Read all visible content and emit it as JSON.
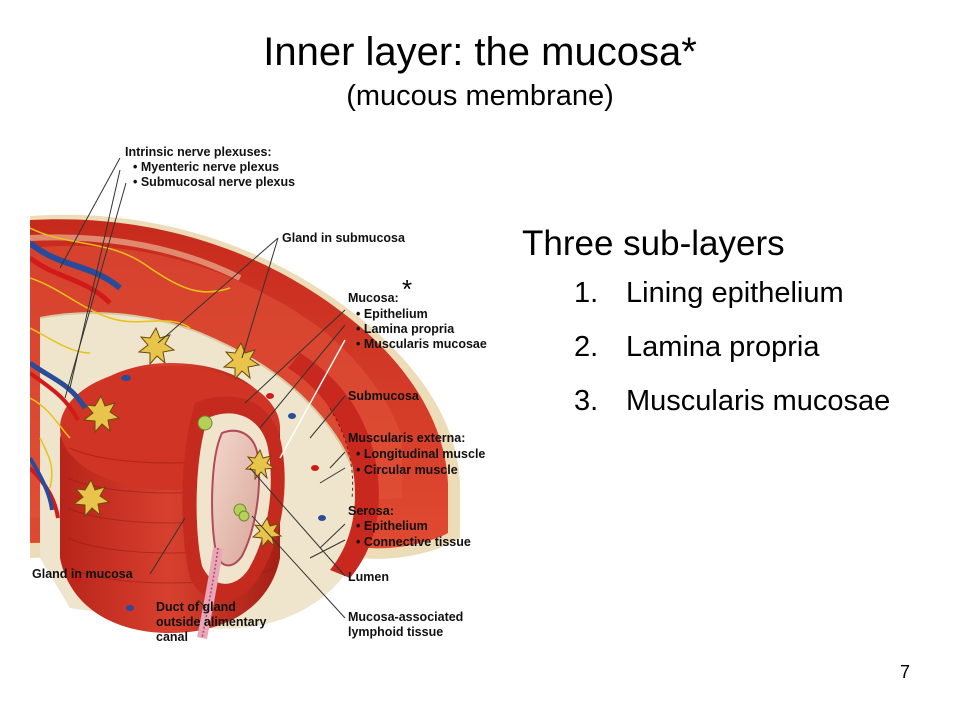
{
  "title": {
    "main": "Inner layer: the mucosa*",
    "sub": "(mucous membrane)"
  },
  "figure": {
    "labels": {
      "plexuses_heading": "Intrinsic nerve plexuses:",
      "myenteric": "• Myenteric nerve plexus",
      "submucosal_plexus": "• Submucosal nerve plexus",
      "gland_submucosa": "Gland in submucosa",
      "mucosa_heading": "Mucosa:",
      "mucosa_epithelium": "• Epithelium",
      "lamina_propria": "• Lamina propria",
      "muscularis_mucosae": "• Muscularis mucosae",
      "submucosa": "Submucosa",
      "muscularis_externa_heading": "Muscularis externa:",
      "longitudinal_muscle": "• Longitudinal muscle",
      "circular_muscle": "• Circular muscle",
      "serosa_heading": "Serosa:",
      "serosa_epithelium": "• Epithelium",
      "connective_tissue": "• Connective tissue",
      "gland_mucosa": "Gland in mucosa",
      "lumen": "Lumen",
      "duct_line1": "Duct of gland",
      "duct_line2": "outside alimentary",
      "duct_line3": "canal",
      "malt_line1": "Mucosa-associated",
      "malt_line2": "lymphoid tissue"
    },
    "asterisk": "*"
  },
  "bullets": {
    "heading": "Three sub-layers",
    "items": [
      {
        "num": "1.",
        "text": "Lining epithelium"
      },
      {
        "num": "2.",
        "text": "Lamina propria"
      },
      {
        "num": "3.",
        "text": "Muscularis mucosae"
      }
    ]
  },
  "page_number": "7",
  "colors": {
    "muscle": "#c8281e",
    "muscle_dark": "#9a1b12",
    "submucosa": "#efe5cc",
    "lumen": "#e9c6b8",
    "nerve": "#e8c21a",
    "artery": "#d21a1a",
    "vein": "#2a4a9a"
  }
}
